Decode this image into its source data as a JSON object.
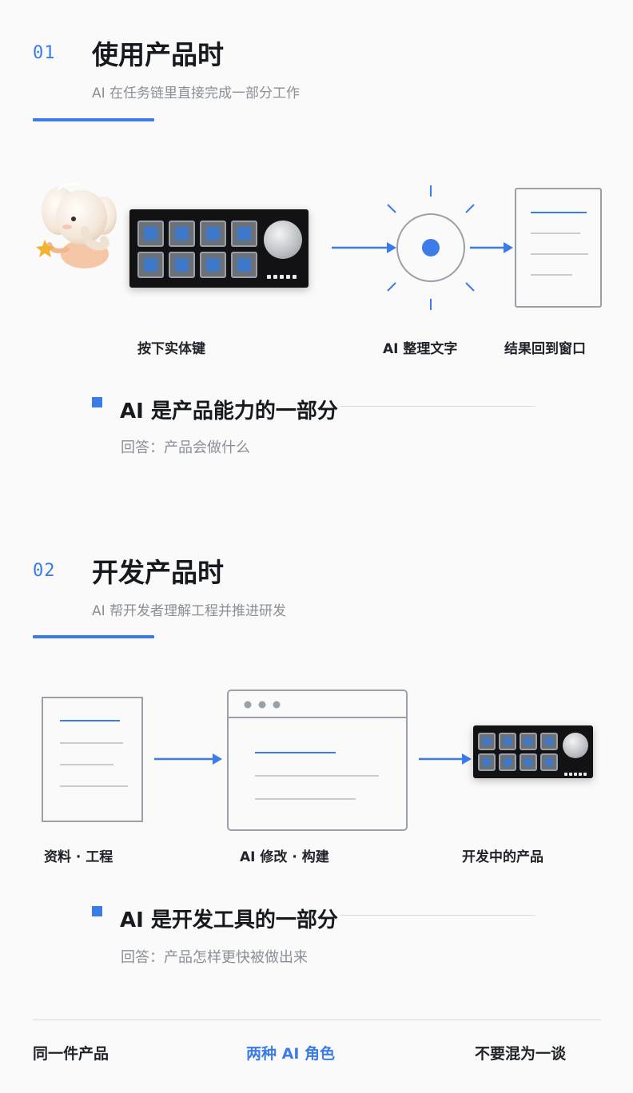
{
  "section1": {
    "number": "01",
    "title": "使用产品时",
    "subtitle": "AI 在任务链里直接完成一部分工作",
    "captions": [
      "按下实体键",
      "AI 整理文字",
      "结果回到窗口"
    ],
    "role_heading": "AI 是产品能力的一部分",
    "role_answer": "回答：产品会做什么"
  },
  "section2": {
    "number": "02",
    "title": "开发产品时",
    "subtitle": "AI 帮开发者理解工程并推进研发",
    "captions": [
      "资料 · 工程",
      "AI 修改 · 构建",
      "开发中的产品"
    ],
    "role_heading": "AI 是开发工具的一部分",
    "role_answer": "回答：产品怎样更快被做出来"
  },
  "footer": {
    "left": "同一件产品",
    "center": "两种 AI 角色",
    "right": "不要混为一谈"
  },
  "colors": {
    "accent": "#3b7ce8",
    "text": "#1f2329",
    "muted": "#8a8f98",
    "line": "#d9dbdf",
    "background": "#fafafa"
  },
  "icons": [
    "elephant-mascot-icon",
    "keypad-device-icon",
    "ai-sparkle-icon",
    "document-icon",
    "browser-window-icon",
    "arrow-right-icon"
  ]
}
